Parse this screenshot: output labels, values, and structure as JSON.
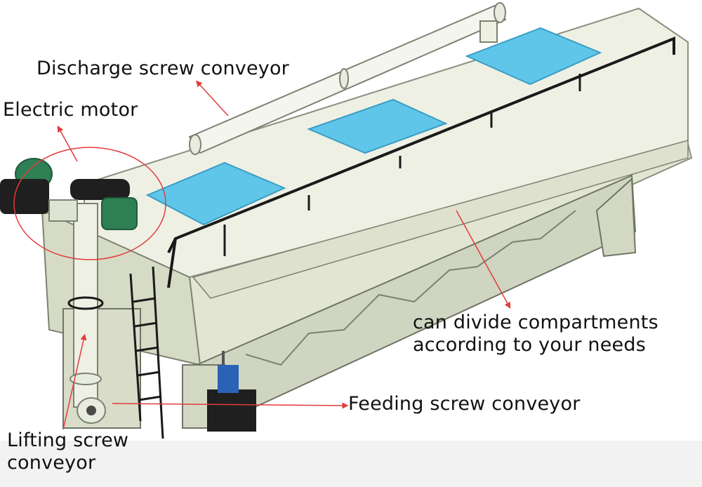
{
  "labels": {
    "discharge": "Discharge screw conveyor",
    "motor": "Electric motor",
    "compartments_line1": "can divide compartments",
    "compartments_line2": "according to your needs",
    "feeding": "Feeding screw conveyor",
    "lifting_line1": "Lifting screw",
    "lifting_line2": "conveyor"
  },
  "colors": {
    "body": "#e8ecdc",
    "body_shade": "#cfd5c0",
    "hatch": "#5fc6ea",
    "arrow": "#e23b3b",
    "motor": "#2f7f55",
    "rail": "#1a1a1a"
  }
}
